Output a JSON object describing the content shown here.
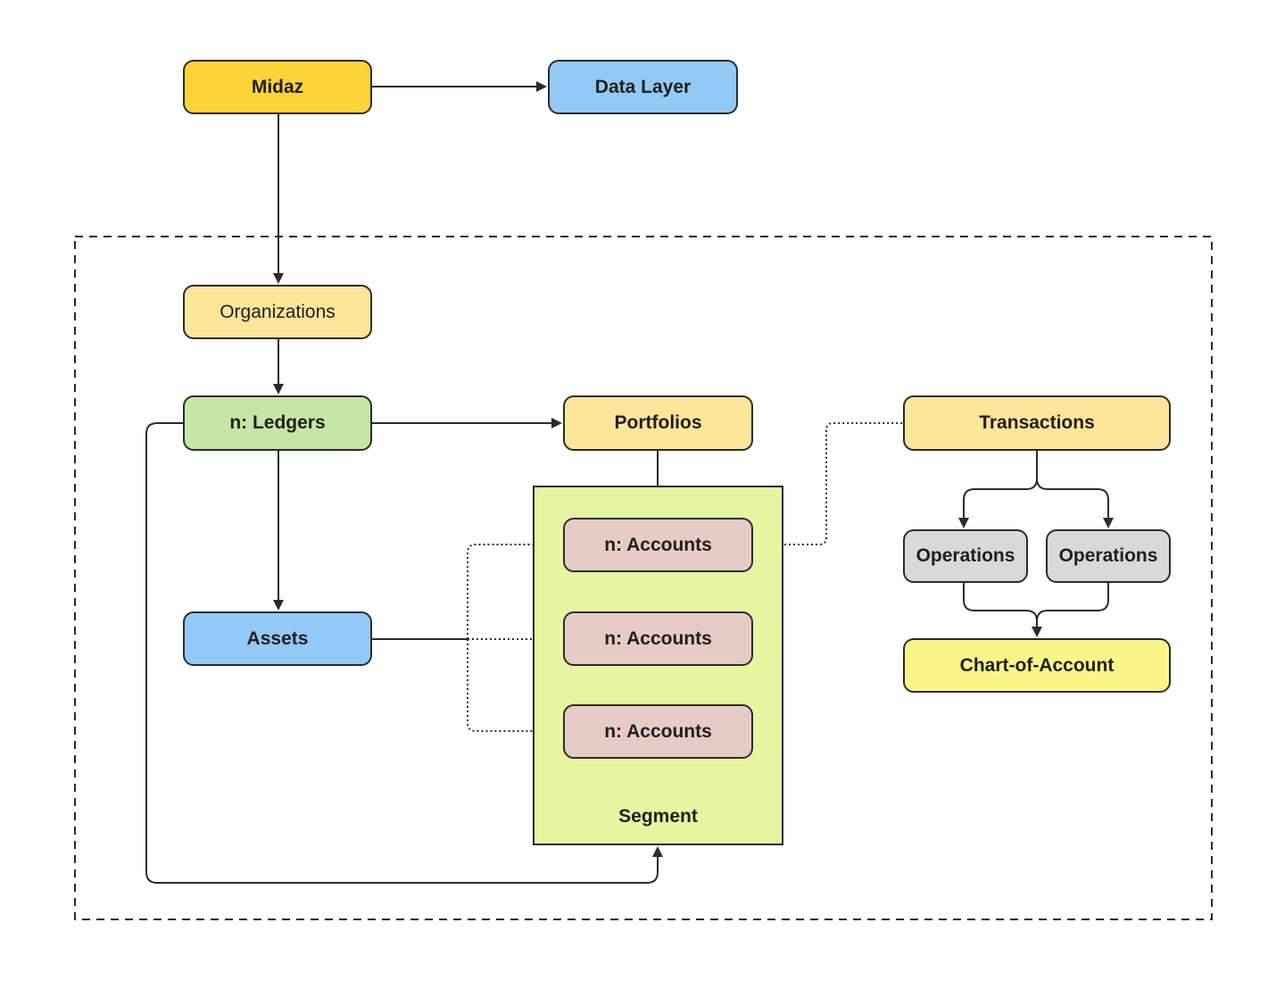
{
  "nodes": {
    "midaz": "Midaz",
    "data_layer": "Data Layer",
    "organizations": "Organizations",
    "ledgers": "n: Ledgers",
    "portfolios": "Portfolios",
    "transactions": "Transactions",
    "assets": "Assets",
    "accounts_1": "n: Accounts",
    "accounts_2": "n: Accounts",
    "accounts_3": "n: Accounts",
    "operations_1": "Operations",
    "operations_2": "Operations",
    "chart_of_account": "Chart-of-Account",
    "segment": "Segment"
  },
  "colors": {
    "midaz": "#fdd33a",
    "data_layer": "#93c9f5",
    "organizations": "#fde59a",
    "ledgers": "#c5e6a6",
    "portfolios": "#fde59a",
    "transactions": "#fde59a",
    "assets": "#93c9f5",
    "accounts": "#e6cbc7",
    "operations": "#d9d9d9",
    "chart_of_account": "#fbf588",
    "segment": "#e7f4a0",
    "line": "#2b2b2b"
  }
}
